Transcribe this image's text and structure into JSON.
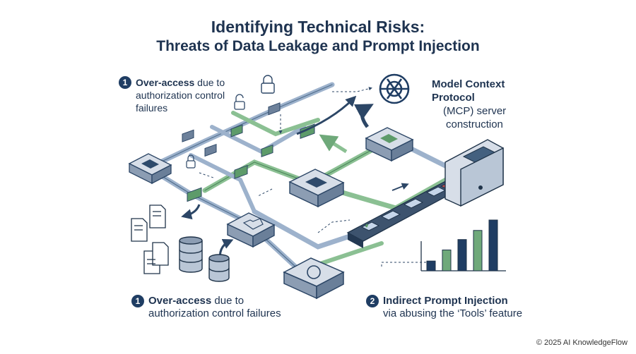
{
  "title": {
    "line1": "Identifying Technical Risks:",
    "line2": "Threats of Data Leakage and Prompt Injection"
  },
  "callouts": [
    {
      "number": "1",
      "bold": "Over-access",
      "rest_inline": " due to",
      "rest": "authorization control failures"
    },
    {
      "number": "1",
      "bold": "Over-access",
      "rest_inline": " due to",
      "rest": "authorization control failures"
    },
    {
      "number": "2",
      "bold": "Indirect Prompt Injection",
      "rest_inline": "",
      "rest": "via abusing the ‘Tools’ feature"
    }
  ],
  "mcp": {
    "bold1": "Model Context",
    "bold2": "Protocol",
    "line3": "(MCP) server",
    "line4": "construction"
  },
  "footer": "© 2025 AI KnowledgeFlow",
  "bar_levels": [
    0.15,
    0.32,
    0.48,
    0.62,
    0.78
  ],
  "colors": {
    "navy": "#1f3d63",
    "green": "#6fa97a",
    "blue_line": "#8fa7c6",
    "chip": "#c9d3df",
    "chip_dark": "#3c5573",
    "red": "#c0504d"
  }
}
